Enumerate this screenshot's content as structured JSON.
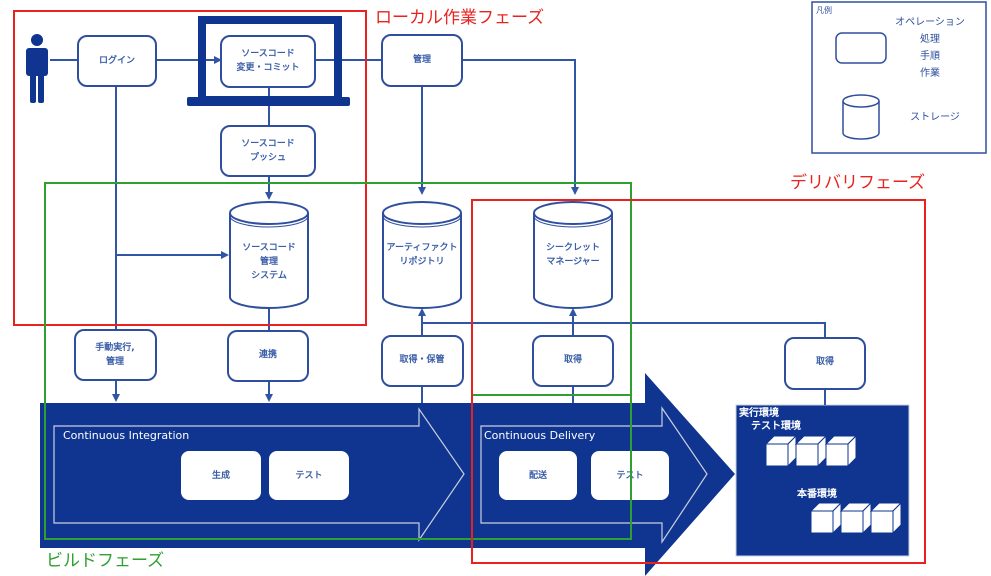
{
  "phases": {
    "local": "ローカル作業フェーズ",
    "delivery": "デリバリフェーズ",
    "build": "ビルドフェーズ"
  },
  "colors": {
    "primary_blue": "#0f3590",
    "line_blue": "#2f55a4",
    "local_phase": "#e8231f",
    "delivery_phase": "#e8231f",
    "build_phase": "#2fa02f"
  },
  "actor": {
    "icon": "person-icon"
  },
  "operations": {
    "login": "ログイン",
    "code_change_1": "ソースコード",
    "code_change_2": "変更・コミット",
    "push_1": "ソースコード",
    "push_2": "プッシュ",
    "manage": "管理",
    "manual_1": "手動実行,",
    "manual_2": "管理",
    "link": "連携",
    "fetch_store": "取得・保管",
    "fetch_secret": "取得",
    "fetch_env": "取得"
  },
  "storages": {
    "scm_1": "ソースコード",
    "scm_2": "管理",
    "scm_3": "システム",
    "artifact_1": "アーティファクト",
    "artifact_2": "リポジトリ",
    "secret_1": "シークレット",
    "secret_2": "マネージャー"
  },
  "ci": {
    "title": "Continuous Integration",
    "steps": [
      "生成",
      "テスト"
    ]
  },
  "cd": {
    "title": "Continuous Delivery",
    "steps": [
      "配送",
      "テスト"
    ]
  },
  "runtime": {
    "title": "実行環境",
    "test_env": "テスト環境",
    "prod_env": "本番環境"
  },
  "legend": {
    "title": "凡例",
    "operation_lines": [
      "オペレーション",
      "処理",
      "手順",
      "作業"
    ],
    "storage": "ストレージ"
  }
}
